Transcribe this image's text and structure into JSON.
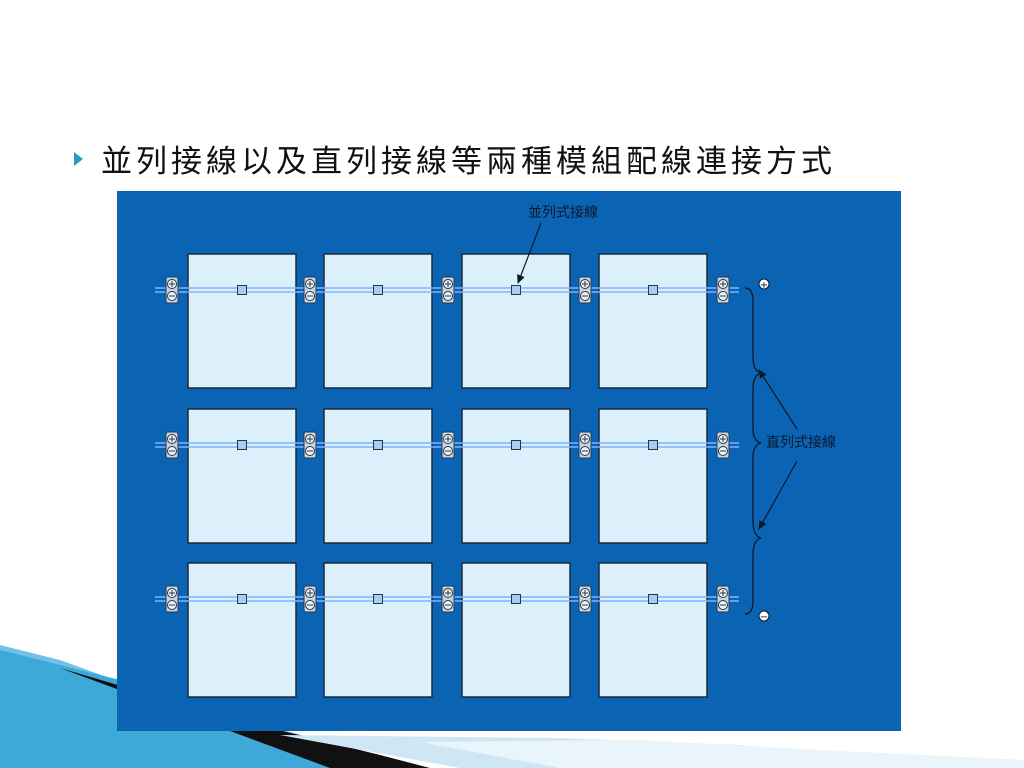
{
  "slide": {
    "title": "並列接線以及直列接線等兩種模組配線連接方式"
  },
  "diagram": {
    "parallel_label": "並列式接線",
    "series_label": "直列式接線",
    "positive_symbol": "+",
    "negative_symbol": "−",
    "rows": 3,
    "columns": 4,
    "colors": {
      "background": "#0b63b4",
      "panel_fill": "#dcf0fb",
      "panel_stroke": "#1b2b3a",
      "wire": "#7fb2ff",
      "label_text": "#0a1a2a"
    },
    "icons": [
      "bullet-arrow-icon",
      "positive-terminal-icon",
      "negative-terminal-icon",
      "junction-box-icon",
      "brace-icon",
      "pointer-arrow-icon"
    ]
  }
}
